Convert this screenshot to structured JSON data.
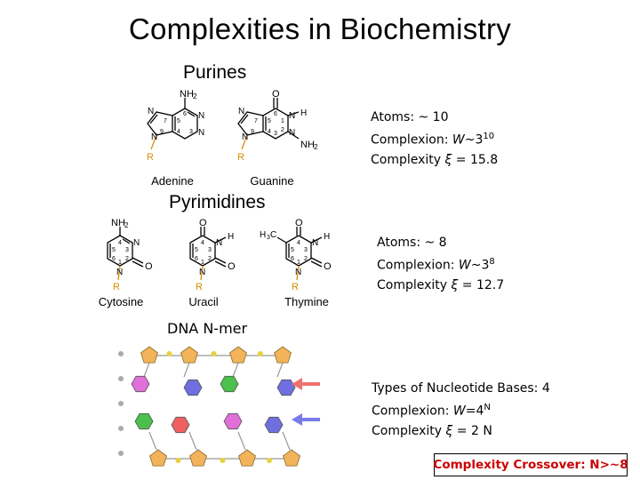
{
  "title": "Complexities in Biochemistry",
  "purines": {
    "heading": "Purines",
    "molecules": [
      {
        "name": "Adenine",
        "substituent": "NH2",
        "r": "R"
      },
      {
        "name": "Guanine",
        "substituent": "O",
        "r": "R"
      }
    ]
  },
  "pyrimidines": {
    "heading": "Pyrimidines",
    "molecules": [
      {
        "name": "Cytosine",
        "r": "R"
      },
      {
        "name": "Uracil",
        "r": "R"
      },
      {
        "name": "Thymine",
        "r": "R"
      }
    ]
  },
  "purine_info": {
    "atoms": "Atoms: ~ 10",
    "complexion_prefix": "Complexion: ",
    "complexion_var": "W",
    "complexion_base": "~3",
    "complexion_exp": "10",
    "complexity_prefix": "Complexity ",
    "complexity_symbol": "ξ",
    "complexity_value": " =  15.8"
  },
  "pyrimidine_info": {
    "atoms": "Atoms: ~ 8",
    "complexion_prefix": "Complexion: ",
    "complexion_var": "W",
    "complexion_base": "~3",
    "complexion_exp": "8",
    "complexity_prefix": "Complexity ",
    "complexity_symbol": "ξ",
    "complexity_value": " = 12.7"
  },
  "dna": {
    "label": "DNA N-mer",
    "types": "Types of Nucleotide Bases: 4",
    "complexion_prefix": "Complexion: ",
    "complexion_var": "W",
    "complexion_base": "=4",
    "complexion_exp": "N",
    "complexity_prefix": "Complexity ",
    "complexity_symbol": "ξ",
    "complexity_value": " = 2 N"
  },
  "crossover": "Complexity Crossover: N>~8",
  "colors": {
    "sugar": "#f2b35a",
    "base_pink": "#e070d8",
    "base_blue": "#6f6fe0",
    "base_green": "#4cc04c",
    "base_red": "#ef6060",
    "phosphate": "#e8d23a",
    "r_label": "#d49000",
    "crossover_text": "#cc0000"
  },
  "icons": [
    "red-arrow-icon",
    "blue-arrow-icon"
  ]
}
